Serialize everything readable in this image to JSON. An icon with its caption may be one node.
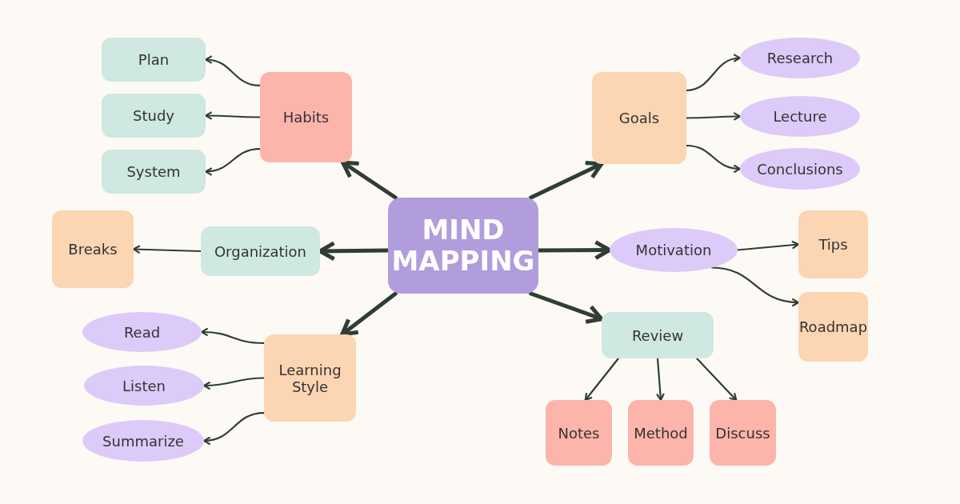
{
  "diagram": {
    "nodes": [
      {
        "text": [
          "MIND MAPPING"
        ]
      },
      {
        "text": [
          "Habits"
        ]
      },
      {
        "text": [
          "Plan"
        ]
      },
      {
        "text": [
          "Study"
        ]
      },
      {
        "text": [
          "System"
        ]
      },
      {
        "text": [
          "Goals"
        ]
      },
      {
        "text": [
          "Research"
        ]
      },
      {
        "text": [
          "Lecture"
        ]
      },
      {
        "text": [
          "Conclusions"
        ]
      },
      {
        "text": [
          "Organization"
        ]
      },
      {
        "text": [
          "Breaks"
        ]
      },
      {
        "text": [
          "Motivation"
        ]
      },
      {
        "text": [
          "Tips"
        ]
      },
      {
        "text": [
          "Roadmap"
        ]
      },
      {
        "text": [
          "Learning Style"
        ]
      },
      {
        "text": [
          "Read"
        ]
      },
      {
        "text": [
          "Listen"
        ]
      },
      {
        "text": [
          "Summarize"
        ]
      },
      {
        "text": [
          "Review"
        ]
      },
      {
        "text": [
          "Notes"
        ]
      },
      {
        "text": [
          "Method"
        ]
      },
      {
        "text": [
          "Discuss"
        ]
      }
    ],
    "edges": [
      {
        "from": 0,
        "to": 1,
        "arrow": "to",
        "style": "thick"
      },
      {
        "from": 0,
        "to": 5,
        "arrow": "to",
        "style": "thick"
      },
      {
        "from": 0,
        "to": 9,
        "arrow": "to",
        "style": "thick"
      },
      {
        "from": 0,
        "to": 11,
        "arrow": "to",
        "style": "thick"
      },
      {
        "from": 0,
        "to": 14,
        "arrow": "to",
        "style": "thick"
      },
      {
        "from": 0,
        "to": 18,
        "arrow": "to",
        "style": "thick"
      },
      {
        "from": 1,
        "to": 2,
        "arrow": "to"
      },
      {
        "from": 1,
        "to": 3,
        "arrow": "to"
      },
      {
        "from": 1,
        "to": 4,
        "arrow": "to"
      },
      {
        "from": 5,
        "to": 6,
        "arrow": "to"
      },
      {
        "from": 5,
        "to": 7,
        "arrow": "to"
      },
      {
        "from": 5,
        "to": 8,
        "arrow": "to"
      },
      {
        "from": 9,
        "to": 10,
        "arrow": "to"
      },
      {
        "from": 11,
        "to": 12,
        "arrow": "to"
      },
      {
        "from": 11,
        "to": 13,
        "arrow": "to"
      },
      {
        "from": 14,
        "to": 15,
        "arrow": "to"
      },
      {
        "from": 14,
        "to": 16,
        "arrow": "to"
      },
      {
        "from": 14,
        "to": 17,
        "arrow": "to"
      },
      {
        "from": 18,
        "to": 19,
        "arrow": "to"
      },
      {
        "from": 18,
        "to": 20,
        "arrow": "to"
      },
      {
        "from": 18,
        "to": 21,
        "arrow": "to"
      }
    ]
  }
}
